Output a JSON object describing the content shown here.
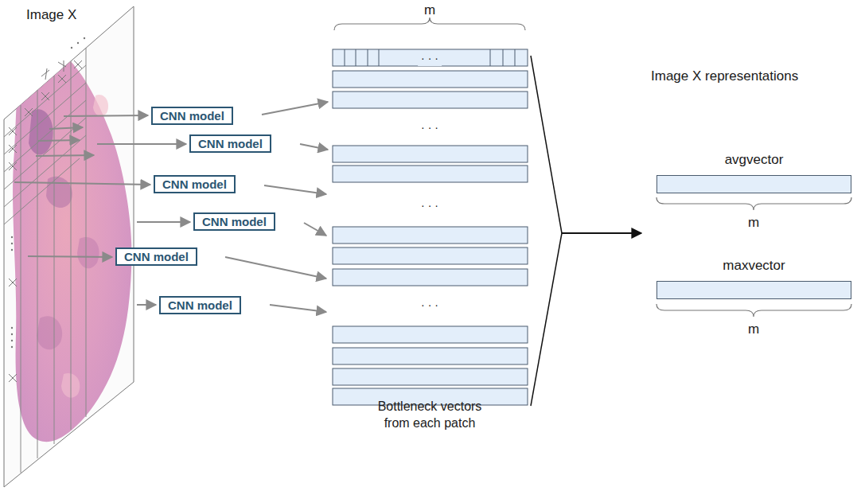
{
  "diagram": {
    "nodes": [
      {
        "text": [
          "CNN model"
        ]
      },
      {
        "text": [
          "CNN model"
        ]
      },
      {
        "text": [
          "CNN model"
        ]
      },
      {
        "text": [
          "CNN model"
        ]
      },
      {
        "text": [
          "CNN model"
        ]
      },
      {
        "text": [
          "CNN model"
        ]
      },
      {
        "text": [
          "avgvector"
        ]
      },
      {
        "text": [
          "maxvector"
        ]
      }
    ],
    "labels": [
      "Image X",
      "m",
      "· · ·",
      "· · ·",
      "· · ·",
      "· · ·",
      "Bottleneck vectors from each patch",
      "Image X representations",
      "m",
      "m"
    ]
  }
}
